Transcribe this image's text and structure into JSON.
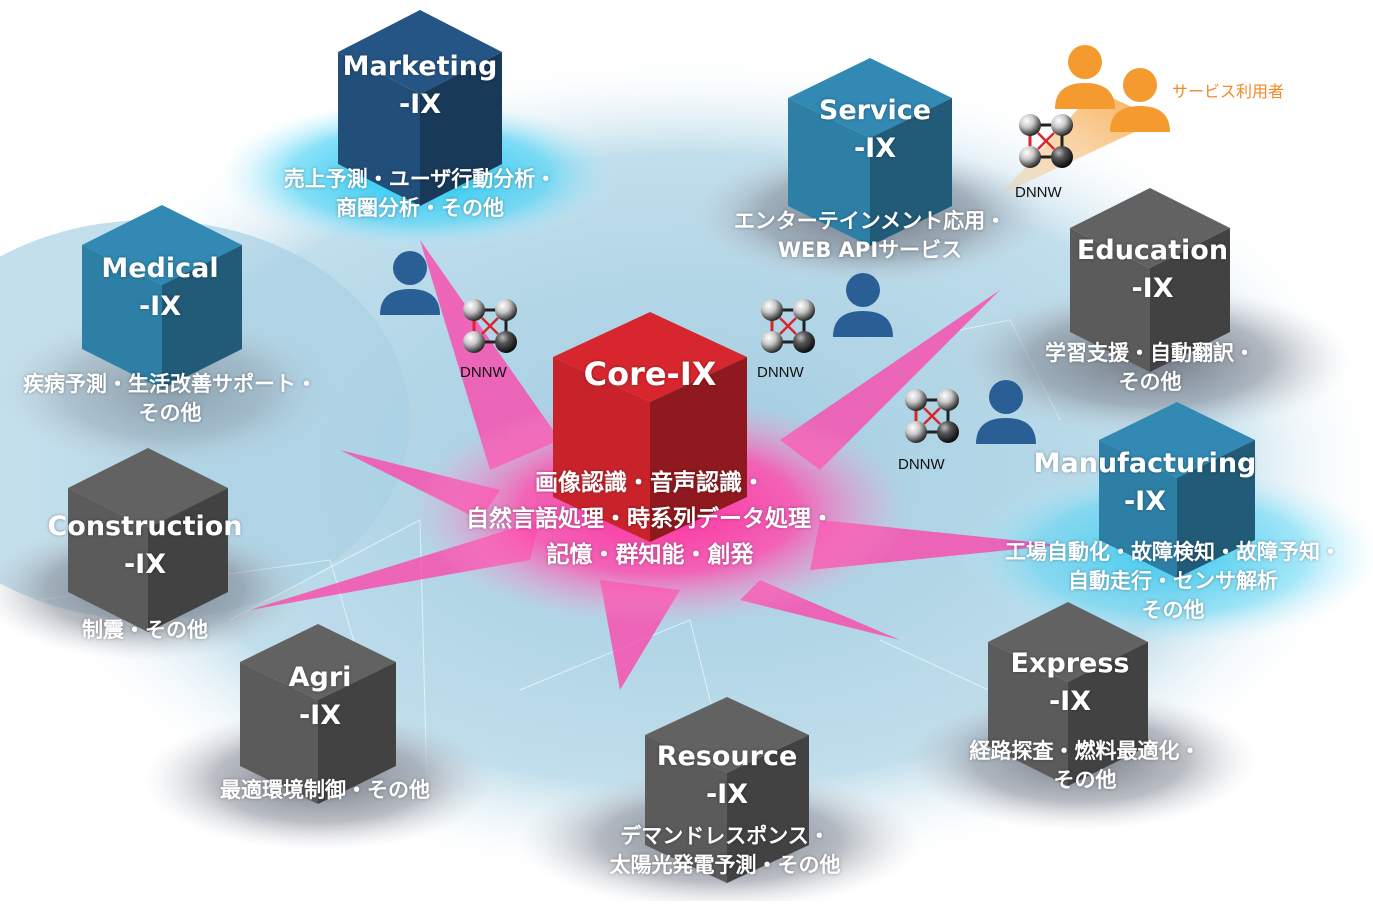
{
  "core": {
    "title": "Core-IX",
    "desc": [
      "画像認識・音声認識・",
      "自然言語処理・時系列データ処理・",
      "記憶・群知能・創発"
    ]
  },
  "nodes": {
    "marketing": {
      "title": [
        "Marketing",
        "-IX"
      ],
      "desc": [
        "売上予測・ユーザ行動分析・",
        "商圏分析・その他"
      ]
    },
    "service": {
      "title": [
        "Service",
        "-IX"
      ],
      "desc": [
        "エンターテインメント応用・",
        "WEB APIサービス"
      ]
    },
    "medical": {
      "title": [
        "Medical",
        "-IX"
      ],
      "desc": [
        "疾病予測・生活改善サポート・",
        "その他"
      ]
    },
    "education": {
      "title": [
        "Education",
        "-IX"
      ],
      "desc": [
        "学習支援・自動翻訳・",
        "その他"
      ]
    },
    "manufacturing": {
      "title": [
        "Manufacturing",
        "-IX"
      ],
      "desc": [
        "工場自動化・故障検知・故障予知・",
        "自動走行・センサ解析",
        "その他"
      ]
    },
    "construction": {
      "title": [
        "Construction",
        "-IX"
      ],
      "desc": [
        "制震・その他"
      ]
    },
    "agri": {
      "title": [
        "Agri",
        "-IX"
      ],
      "desc": [
        "最適環境制御・その他"
      ]
    },
    "resource": {
      "title": [
        "Resource",
        "-IX"
      ],
      "desc": [
        "デマンドレスポンス・",
        "太陽光発電予測・その他"
      ]
    },
    "express": {
      "title": [
        "Express",
        "-IX"
      ],
      "desc": [
        "経路探査・燃料最適化・",
        "その他"
      ]
    }
  },
  "dnnw_label": "DNNW",
  "service_users_label": "サービス利用者",
  "colors": {
    "blue_cube": "#2e7fa6",
    "navy_cube": "#224f7a",
    "gray_cube": "#5b5b5b",
    "core_cube": "#c8232b",
    "pink_glow": "#ff2fa0",
    "cyan_glow": "#14c4f2",
    "user_blue": "#2a5f96",
    "user_orange": "#f49a2e"
  }
}
